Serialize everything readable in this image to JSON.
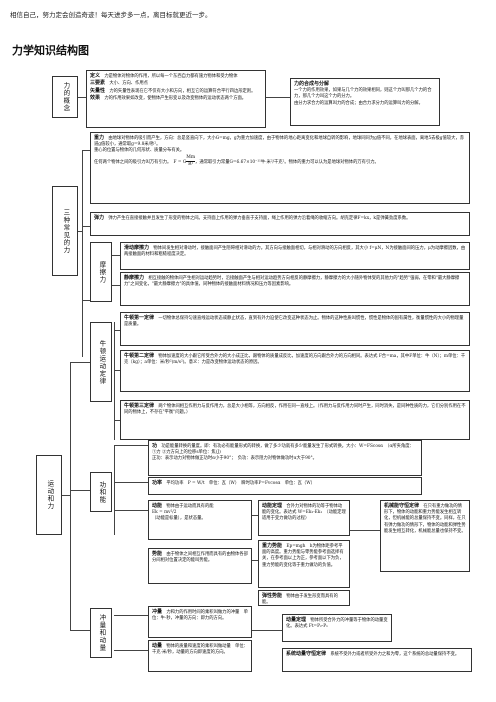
{
  "header": {
    "text": "相信自己，努力定会创造奇迹！每天进步多一点，离目标就更近一步。"
  },
  "title": "力学知识结构图",
  "force_concept": {
    "label": "力的概念",
    "definition": {
      "term": "定义",
      "text": "力是物体对物体的作用，所以每一个东西自力都有施力物体和受力物体"
    },
    "elements": {
      "term": "三要素",
      "text": "大小、方向、作用点"
    },
    "vector": {
      "term": "矢量性",
      "text": "力的矢量性表现在它不仅有大小和方向，相互它的运算符合平行四边形定则。"
    },
    "effect": {
      "term": "效果",
      "text": "力的作用效果如改变，使物体产生形变以及改变物体的运动状态两个方面。"
    }
  },
  "composition": {
    "title": "力的合成与分解",
    "text1": "一个力的作用效果，如果与几个力的效果相同，则这个力叫那几个力的合力，那几个力叫这个力的分力。",
    "text2": "由分力求合力的运算叫力的合成；由合力求分力的运算叫力的分解。"
  },
  "common_forces": {
    "label": "三种常见的力",
    "gravity": {
      "term": "重力",
      "text1": "由地球对物体的吸引而产生，方向：总是竖直向下，大小G=mg，g为重力加速度，由于物体的地心距离变化和地球自转的影响，地球同同为g值不同，在地球表面，离地5去极g值较大，赤道g值较小，通常取g=9.8米/秒²。",
      "text2": "重心的位置与物体的几何形状、质量分布有关。",
      "text3": "任何两个物体之间的吸引力叫万有引力。",
      "formula_num": "Mm",
      "formula_den": "R²",
      "formula_pre": "F = G",
      "text4": "，通常取引力常量G=6.67×10⁻¹¹牛·米²/千克²。物体的重力可以认为是地球对物体的万有引力。"
    },
    "elastic": {
      "term": "弹力",
      "text": "弹力产生在直接接触并且发生了形变的物体之间。支持面上作用的弹力垂直于支持面，绳上作用的弹力沿着绳的收缩方向。胡克定律F=kx，k是弹簧劲度系数。"
    },
    "friction_label": "摩擦力",
    "sliding": {
      "term": "滑动摩擦力",
      "text": "物体间发生相对滑动时，接触面间产生阻碍相对滑动的力。其方向与接触面相切，与相对滑动的方向相反，其大小 f=μN，N为接触面间的压力，μ为动摩擦因数，由两接触面的材料和粗糙程度决定。"
    },
    "static": {
      "term": "静摩擦力",
      "text": "相互接触的物体间产生相对运动趋势时，沿接触面产生与相对运动趋势方向相反的静摩擦力，静摩擦力的大小随外物体受的其他力的\"趋势\"强弱，在零和\"最大静摩擦力\"之间变化，\"最大静摩擦力\"的具体值，同种物体的接触面材料情况和压力等因素影响。"
    }
  },
  "newton": {
    "label": "牛顿运动定律",
    "first": {
      "term": "牛顿第一定律",
      "text": "一切物体总保持匀速直线运动状态或静止状态，直到有外力迫使它改变这种状态为止。物体的这种性质叫惯性，惯性是物体的固有属性，衡量惯性的大小的物理量是质量。"
    },
    "second": {
      "term": "牛顿第二定律",
      "text": "物体加速度的大小跟它所受合外力的大小成正比，跟物体的质量成反比，加速度的方向跟合外力的方向相同。表达式 F合=ma，其中F单位：牛（N）；m单位：千克（kg）；a单位：米/秒²(m/s²)。意义：力是改变物体运动状态的原因。"
    },
    "third": {
      "term": "牛顿第三定律",
      "text": "两个物体间相互作用力与反作用力，总是大小相等，方向相反，作用在同一直线上。（作用力与反作用力同时产生，同时消失，是同种性质的力，它们分别作用在不同的物体上，不存在\"平衡\"问题。）"
    }
  },
  "motion_force": {
    "label": "运动和力"
  },
  "energy": {
    "label": "功和能",
    "work": {
      "term": "功",
      "text": "功是能量转换的量度。即：有功必有能量形式的转换，做了多少功就有多少能量发生了形式转换。大小：W=FScosα　（α所夹角度：①力 ②力方向上的位移s单位：焦(J)",
      "sign": "正功：表示动力对物体做正功时α小于90°；　负功：表示阻力对物体做功时α大于90°。"
    },
    "power": {
      "term": "功率",
      "text_pre": "平均功率",
      "formula": "P = W/t",
      "text_post": "单位：瓦（W）　瞬时功率P=Fvcosα　单位：瓦（W）"
    },
    "kinetic": {
      "term": "动能",
      "text": "物体由于运动而具有的能",
      "formula": "Ek = mv²/2",
      "note": "（动能是标量），是状态量。"
    },
    "theorem": {
      "term": "动能定理",
      "text": "合外力对物体的功等于物体动能的变化。表达式 W=Ek₂-Ek₁　（动能定理适用于变力做功的过程）"
    },
    "potential": {
      "term": "重力势能",
      "text": "Ep=mgh　h为物体距参考平面的高度。重力势能与零势能参考面选择有关，在参考面以上为正，参考面以下为负，重力势能的变化等于重力做功的负值。"
    },
    "elastic_pe": {
      "term": "弹性势能",
      "text": "物体由于发生形变而具有的能。"
    },
    "potential_energy": {
      "term": "势能",
      "text": "由于物体之间相互作用而具有的由物体各部分间相对位置决定的能叫势能。"
    },
    "conservation": {
      "term": "机械能守恒定律",
      "text": "在只有重力做功的情形下，物体的动能和重力势能发生相互转化，但机械能的总量保持不变。同样，在只有弹力做功的情形下，物体的动能和弹性势能发生相互转化，机械能总量也保持不变。"
    }
  },
  "momentum": {
    "label": "冲量和动量",
    "impulse": {
      "term": "冲量",
      "text": "力和力的作用时间的乘积叫做力的冲量　单位：牛·秒，冲量的方向：即力的方向。"
    },
    "momentum": {
      "term": "动量",
      "text": "物体的质量和速度的乘积叫做动量　单位：千克·米/秒，动量的方向即速度的方向。"
    },
    "theorem": {
      "term": "动量定理",
      "text": "物体所受合外力的冲量等于物体的动量变化。表达式 Ft=P₂-P₁"
    },
    "conservation": {
      "term": "系统动量守恒定律",
      "text": "系统不受外力或者所受外力之和为零，这个系统的总动量保持不变。"
    }
  }
}
